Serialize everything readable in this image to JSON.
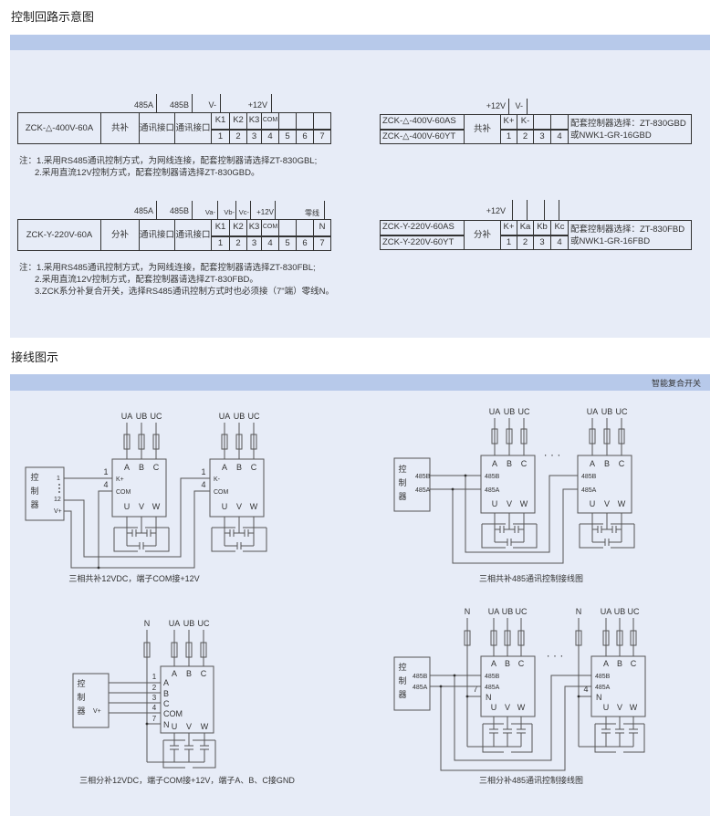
{
  "sections": {
    "control_title": "控制回路示意图",
    "wiring_title": "接线图示",
    "wiring_bar_label": "智能复合开关"
  },
  "table1": {
    "top_labels": [
      "485A",
      "485B",
      "V-",
      "+12V"
    ],
    "model": "ZCK-△-400V-60A",
    "type": "共补",
    "comm": [
      "通讯接口",
      "通讯接口"
    ],
    "row1": [
      "K1",
      "K2",
      "K3",
      "COM",
      "",
      "",
      ""
    ],
    "row2": [
      "1",
      "2",
      "3",
      "4",
      "5",
      "6",
      "7"
    ]
  },
  "notes1": [
    "注：1.采用RS485通讯控制方式，为网线连接，配套控制器请选择ZT-830GBL;",
    "2.采用直流12V控制方式，配套控制器请选择ZT-830GBD。"
  ],
  "table2": {
    "top_labels": [
      "485A",
      "485B",
      "Va-",
      "Vb-",
      "Vc-",
      "+12V",
      "零线"
    ],
    "model": "ZCK-Y-220V-60A",
    "type": "分补",
    "comm": [
      "通讯接口",
      "通讯接口"
    ],
    "row1": [
      "K1",
      "K2",
      "K3",
      "COM",
      "",
      "",
      "N"
    ],
    "row2": [
      "1",
      "2",
      "3",
      "4",
      "5",
      "6",
      "7"
    ]
  },
  "notes2": [
    "注：1.采用RS485通讯控制方式，为网线连接，配套控制器请选择ZT-830FBL;",
    "2.采用直流12V控制方式，配套控制器请选择ZT-830FBD。",
    "3.ZCK系分补复合开关，选择RS485通讯控制方式时也必须接（7\"端）零线N。"
  ],
  "table3": {
    "top_labels": [
      "+12V",
      "V-"
    ],
    "models": [
      "ZCK-△-400V-60AS",
      "ZCK-△-400V-60YT"
    ],
    "type": "共补",
    "row1": [
      "K+",
      "K-",
      "",
      ""
    ],
    "row2": [
      "1",
      "2",
      "3",
      "4"
    ],
    "desc": [
      "配套控制器选择：ZT-830GBD",
      "或NWK1-GR-16GBD"
    ]
  },
  "table4": {
    "top_labels": [
      "+12V"
    ],
    "models": [
      "ZCK-Y-220V-60AS",
      "ZCK-Y-220V-60YT"
    ],
    "type": "分补",
    "row1": [
      "K+",
      "Ka",
      "Kb",
      "Kc"
    ],
    "row2": [
      "1",
      "2",
      "3",
      "4"
    ],
    "desc": [
      "配套控制器选择：ZT-830FBD",
      "或NWK1-GR-16FBD"
    ]
  },
  "diagrams": [
    {
      "caption": "三相共补12VDC，端子COM接+12V",
      "controller": {
        "name": [
          "控",
          "制",
          "器"
        ],
        "pins": [
          "1",
          "12",
          "V+"
        ]
      },
      "phases": [
        "UA",
        "UB",
        "UC"
      ],
      "terminals": [
        "A",
        "B",
        "C"
      ],
      "outputs": [
        "U",
        "V",
        "W"
      ],
      "units": [
        {
          "inputs": [
            "K+",
            "COM"
          ],
          "wire_numbers": [
            "1",
            "4"
          ]
        },
        {
          "inputs": [
            "K-",
            "COM"
          ],
          "wire_numbers": [
            "1",
            "4"
          ]
        }
      ]
    },
    {
      "caption": "三相共补485通讯控制接线图",
      "controller": {
        "name": [
          "控",
          "制",
          "器"
        ],
        "pins": [
          "485B",
          "485A"
        ]
      },
      "phases": [
        "UA",
        "UB",
        "UC"
      ],
      "terminals": [
        "A",
        "B",
        "C"
      ],
      "outputs": [
        "U",
        "V",
        "W"
      ],
      "inputs": [
        "485B",
        "485A"
      ],
      "ellipsis": "· · ·"
    },
    {
      "caption": "三相分补12VDC，端子COM接+12V，端子A、B、C接GND",
      "controller": {
        "name": [
          "控",
          "制",
          "器"
        ],
        "pins": [
          "V+"
        ]
      },
      "neutral": "N",
      "phases": [
        "UA",
        "UB",
        "UC"
      ],
      "terminals": [
        "A",
        "B",
        "C"
      ],
      "outputs": [
        "U",
        "V",
        "W"
      ],
      "inputs": [
        "A",
        "B",
        "C",
        "COM",
        "N"
      ],
      "wire_numbers": [
        "1",
        "2",
        "3",
        "4",
        "7"
      ]
    },
    {
      "caption": "三相分补485通讯控制接线图",
      "controller": {
        "name": [
          "控",
          "制",
          "器"
        ],
        "pins": [
          "485B",
          "485A"
        ]
      },
      "neutral": "N",
      "phases": [
        "UA",
        "UB",
        "UC"
      ],
      "terminals": [
        "A",
        "B",
        "C"
      ],
      "outputs": [
        "U",
        "V",
        "W"
      ],
      "inputs": [
        "485B",
        "485A",
        "N"
      ],
      "wire_numbers": [
        "7",
        "4"
      ],
      "ellipsis": "· · ·"
    }
  ],
  "colors": {
    "panel_bg": "#e7ecf7",
    "bar": "#b7c9ea",
    "line": "#555555"
  }
}
